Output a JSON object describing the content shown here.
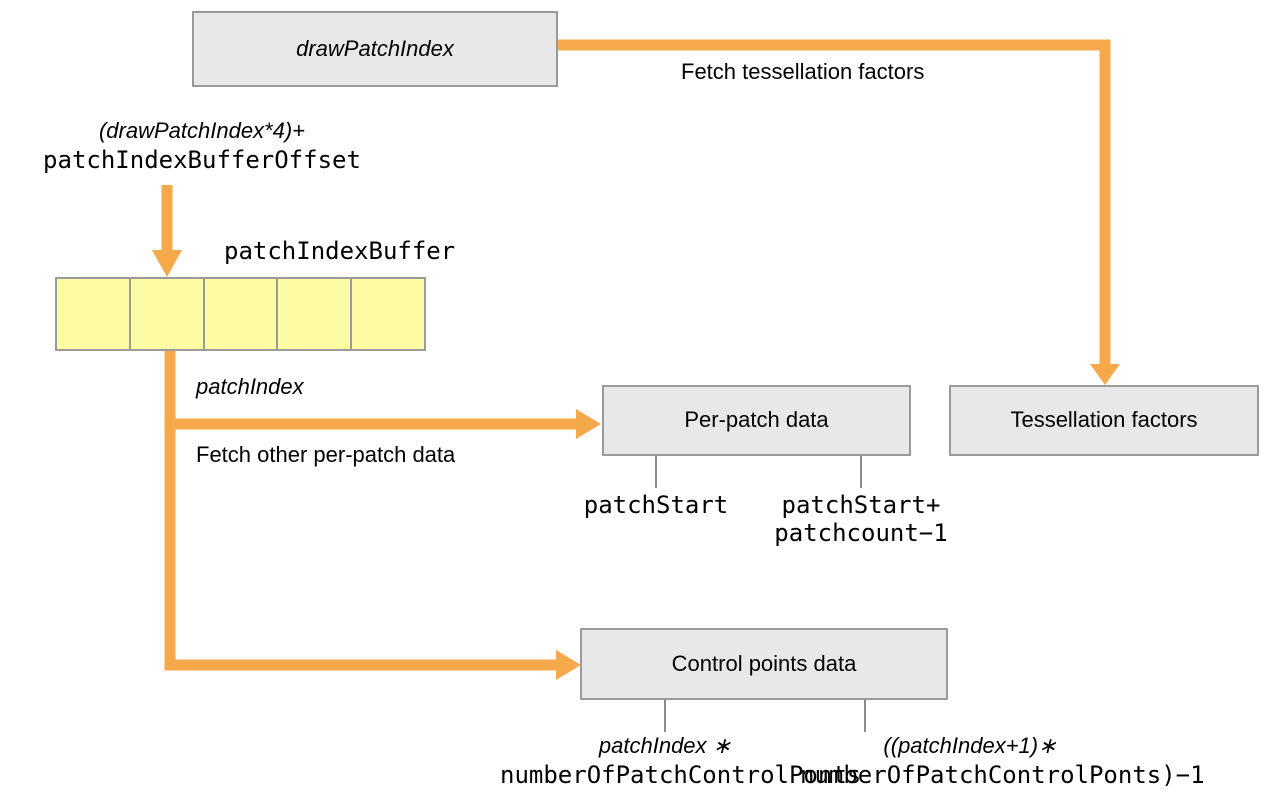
{
  "diagram": {
    "title_node": {
      "label": "drawPatchIndex",
      "style": "italic"
    },
    "boxes": {
      "per_patch": "Per-patch data",
      "tess_factors": "Tessellation factors",
      "control_points": "Control points data"
    },
    "buffer": {
      "name": "patchIndexBuffer",
      "cell_count": 5,
      "fill_color": "#fdfba3",
      "border_color": "#9a9a9a"
    },
    "edge_labels": {
      "fetch_tess": "Fetch tessellation factors",
      "fetch_other": "Fetch other per-patch data",
      "patch_index": "patchIndex"
    },
    "offset_expression": {
      "line1": "(drawPatchIndex*4)+",
      "line2": "patchIndexBufferOffset"
    },
    "per_patch_range": {
      "start": "patchStart",
      "end_line1": "patchStart+",
      "end_line2": "patchcount−1"
    },
    "control_points_range": {
      "start_line1": "patchIndex ∗",
      "start_line2": "numberOfPatchControlPonts",
      "end_line1": "((patchIndex+1)∗",
      "end_line2": "numberOfPatchControlPonts)−1"
    },
    "colors": {
      "arrow": "#f5a94b",
      "box_fill": "#e8e8e8",
      "box_border": "#9a9a9a",
      "buffer_fill": "#fdfba3",
      "tick": "#8c8c8c",
      "text": "#000000"
    }
  }
}
